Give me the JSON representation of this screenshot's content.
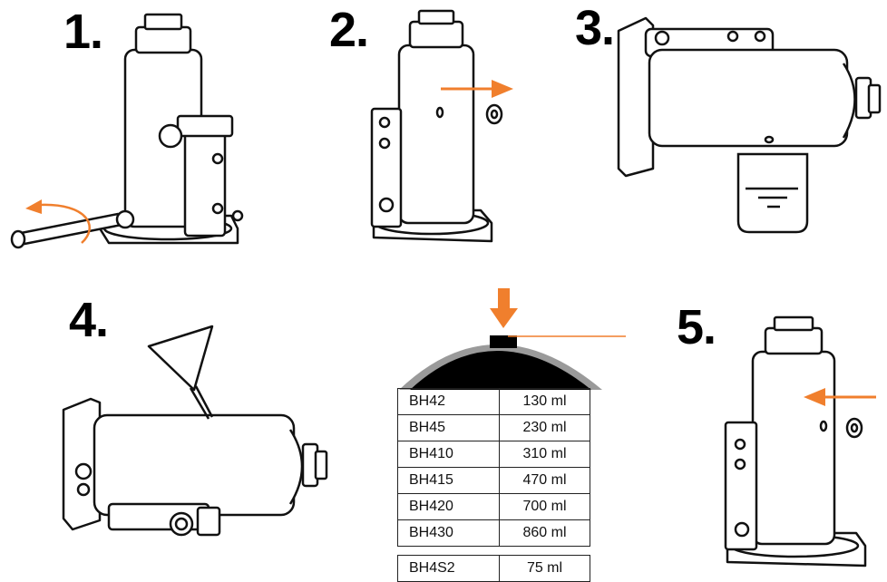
{
  "steps": {
    "s1": "1.",
    "s2": "2.",
    "s3": "3.",
    "s4": "4.",
    "s5": "5."
  },
  "oil_table": [
    {
      "model": "BH42",
      "volume": "130 ml"
    },
    {
      "model": "BH45",
      "volume": "230 ml"
    },
    {
      "model": "BH410",
      "volume": "310 ml"
    },
    {
      "model": "BH415",
      "volume": "470 ml"
    },
    {
      "model": "BH420",
      "volume": "700 ml"
    },
    {
      "model": "BH430",
      "volume": "860 ml"
    }
  ],
  "oil_table_extra": [
    {
      "model": "BH4S2",
      "volume": "75 ml"
    }
  ],
  "colors": {
    "accent": "#f07f2d",
    "line": "#111111",
    "level_gray": "#9a9a9a"
  },
  "icons": [
    "bottle-jack-icon",
    "arrow-icon",
    "oil-plug-icon",
    "beaker-icon",
    "funnel-icon",
    "rotate-arrow-icon"
  ]
}
